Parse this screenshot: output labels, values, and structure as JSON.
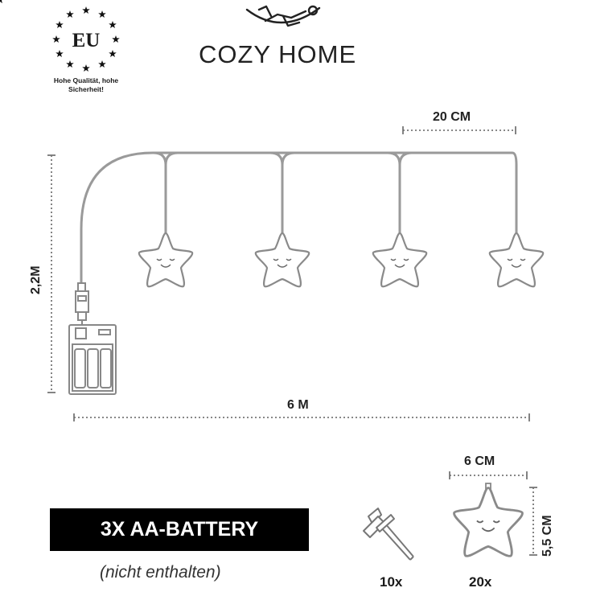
{
  "brand": {
    "name": "COZY HOME"
  },
  "eu_badge": {
    "label": "EU",
    "tagline": "Hohe Qualität, hohe Sicherheit!"
  },
  "dimensions": {
    "star_spacing": "20 CM",
    "height": "2,2M",
    "length": "6 M",
    "star_width": "6 CM",
    "star_height": "5,5 CM"
  },
  "battery": {
    "label": "3X AA-BATTERY",
    "note": "(nicht enthalten)"
  },
  "accessories": {
    "clips_count": "10x",
    "stars_count": "20x"
  },
  "icons": [
    "eu-stars-icon",
    "person-hammock-icon",
    "star-face-icon",
    "battery-box-icon",
    "usb-plug-icon",
    "suction-hook-icon"
  ],
  "colors": {
    "line": "#9a9a9a",
    "text": "#1a1a1a",
    "banner": "#000000"
  }
}
